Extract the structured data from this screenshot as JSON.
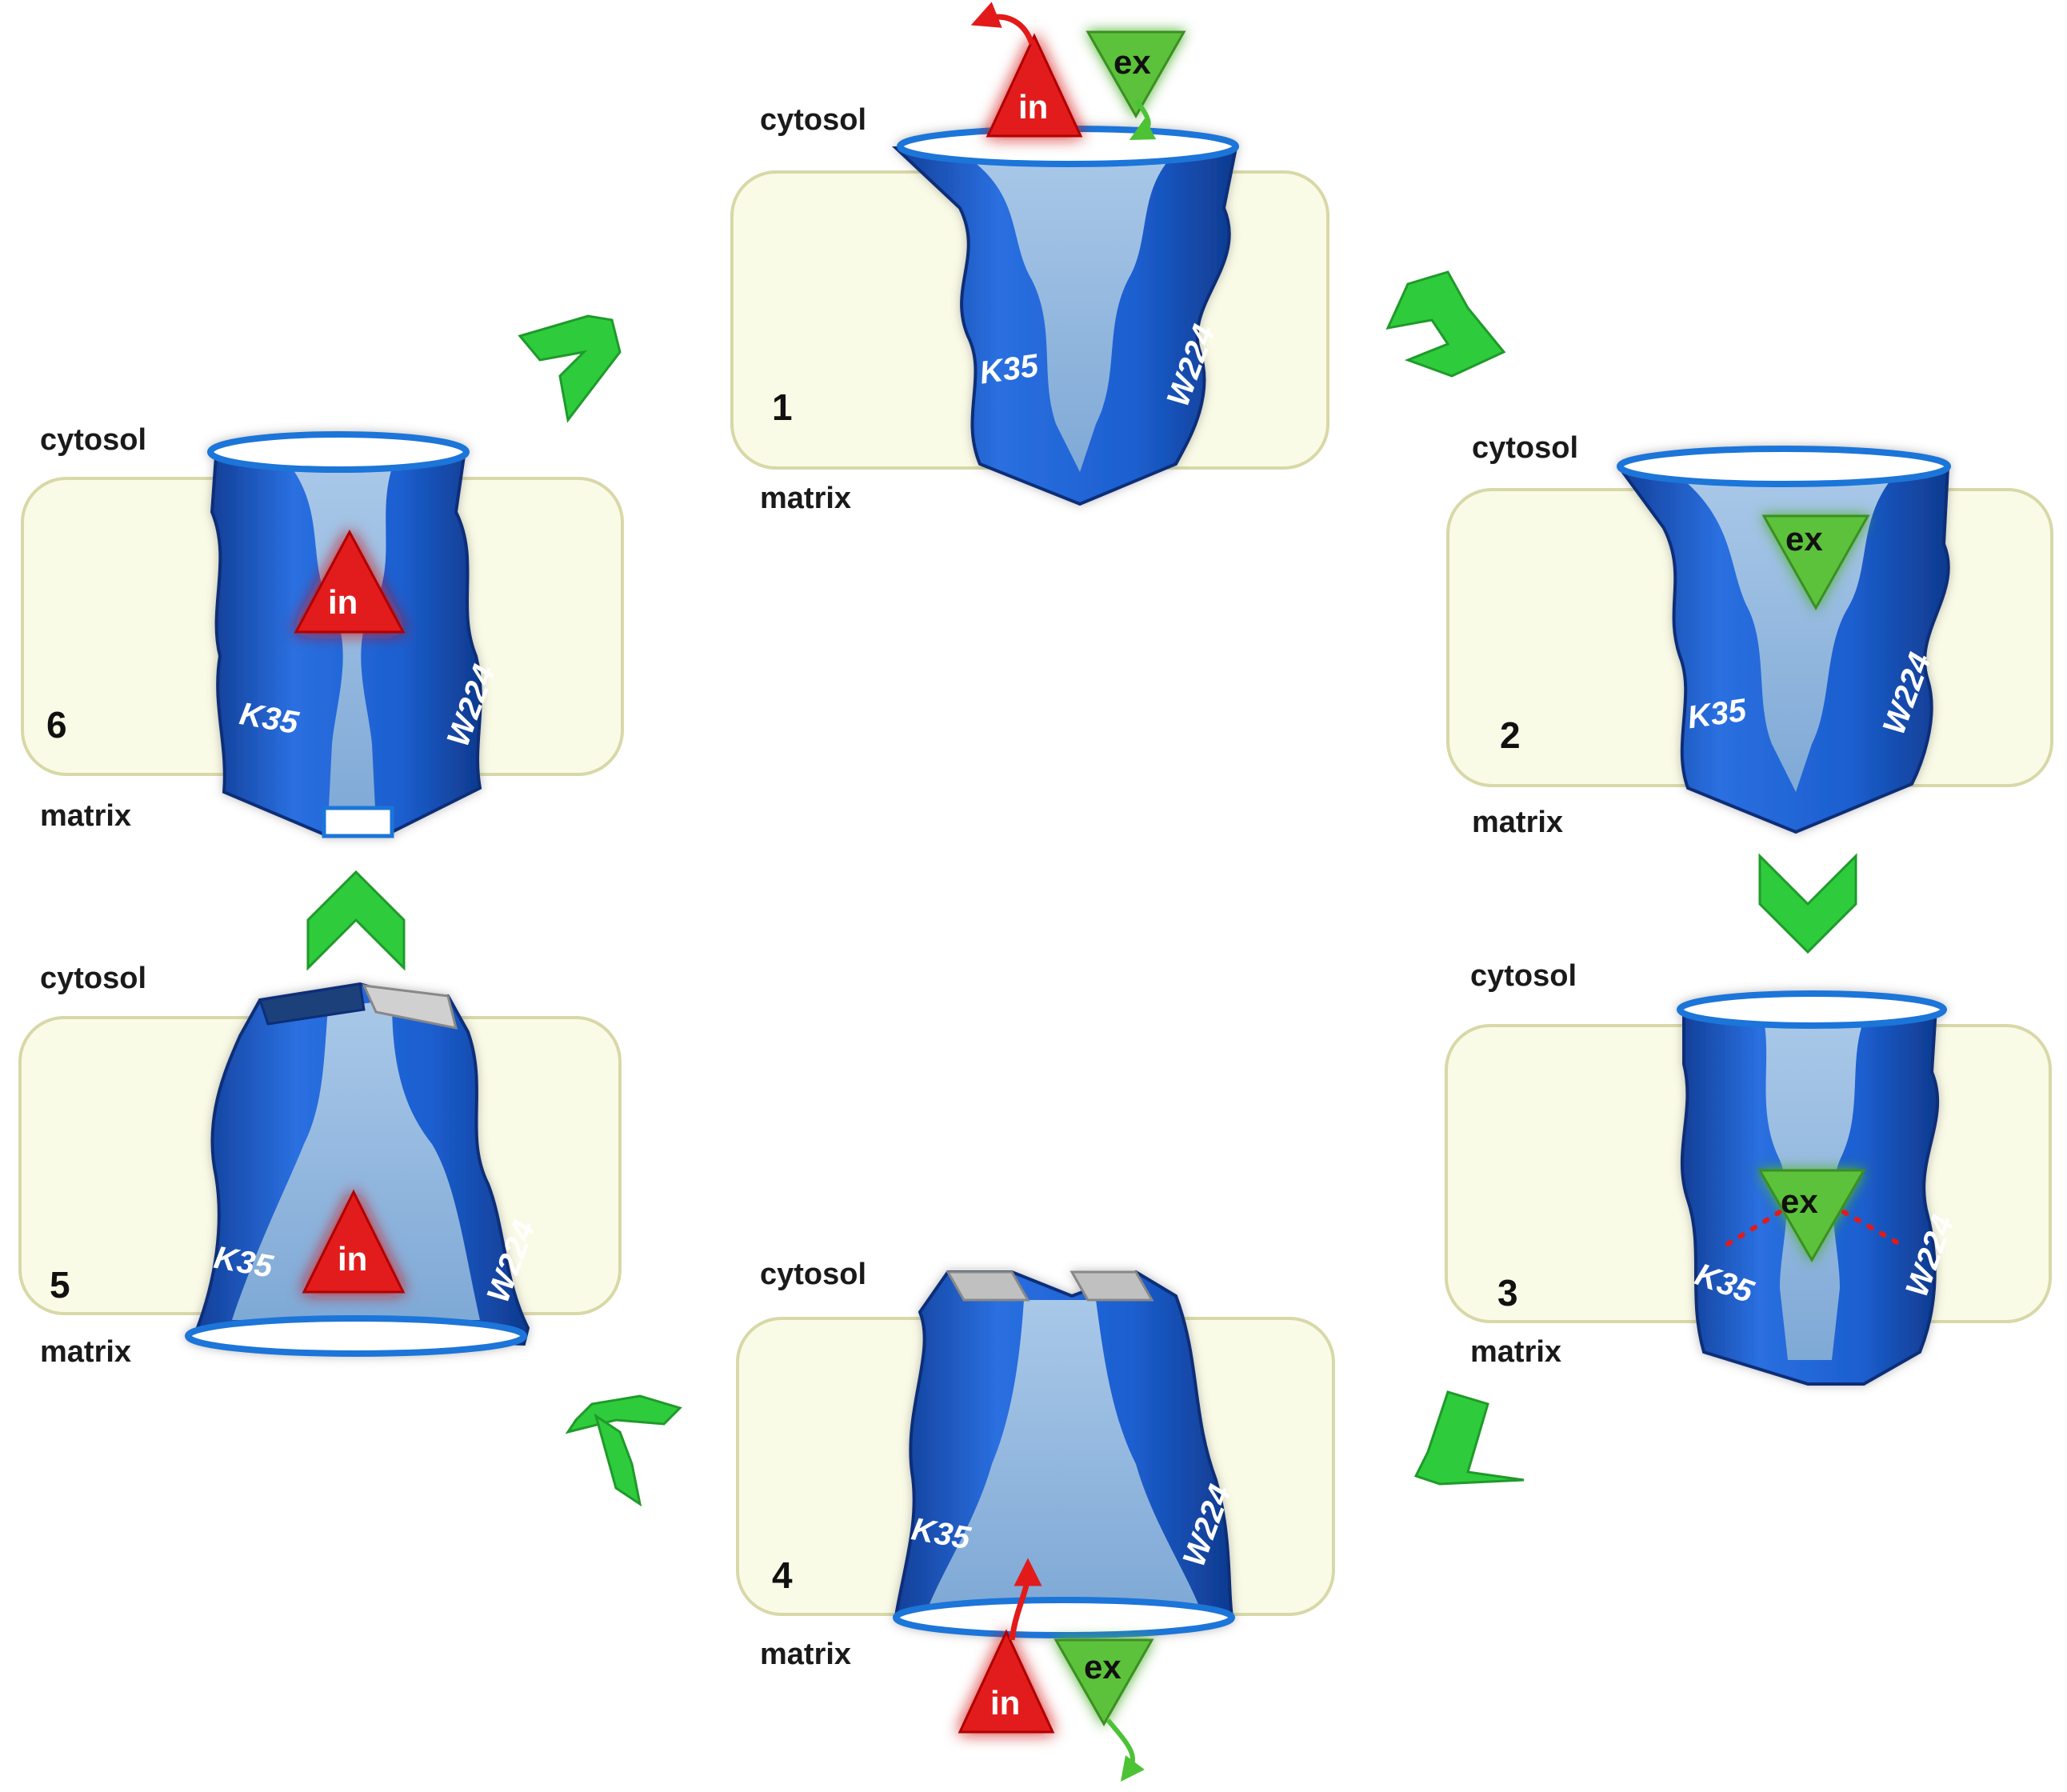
{
  "labels": {
    "cytosol": "cytosol",
    "matrix": "matrix",
    "residue_left": "K35",
    "residue_right": "W224",
    "substrate_in": "in",
    "substrate_ex": "ex"
  },
  "states": [
    {
      "number": "1",
      "cytosol": "cytosol",
      "matrix": "matrix",
      "k35": "K35",
      "w224": "W224",
      "conformation": "cytosol-open",
      "substrates": [
        "in",
        "ex"
      ]
    },
    {
      "number": "2",
      "cytosol": "cytosol",
      "matrix": "matrix",
      "k35": "K35",
      "w224": "W224",
      "conformation": "cytosol-open",
      "substrates": [
        "ex"
      ]
    },
    {
      "number": "3",
      "cytosol": "cytosol",
      "matrix": "matrix",
      "k35": "K35",
      "w224": "W224",
      "conformation": "occluded",
      "substrates": [
        "ex"
      ]
    },
    {
      "number": "4",
      "cytosol": "cytosol",
      "matrix": "matrix",
      "k35": "K35",
      "w224": "W224",
      "conformation": "matrix-open",
      "substrates": [
        "in",
        "ex"
      ]
    },
    {
      "number": "5",
      "cytosol": "cytosol",
      "matrix": "matrix",
      "k35": "K35",
      "w224": "W224",
      "conformation": "matrix-open",
      "substrates": [
        "in"
      ]
    },
    {
      "number": "6",
      "cytosol": "cytosol",
      "matrix": "matrix",
      "k35": "K35",
      "w224": "W224",
      "conformation": "occluded",
      "substrates": [
        "in"
      ]
    }
  ],
  "colors": {
    "membrane": "#fafbe6",
    "membrane_border": "#d8d8a8",
    "protein": "#1c5fd0",
    "protein_dark": "#123f98",
    "channel": "#8fb6de",
    "rim": "#1e74d8",
    "in_substrate": "#e21a1a",
    "ex_substrate": "#5cc23a",
    "arrow": "#2ecc3c"
  },
  "icons": [
    "cycle-arrow-icon",
    "curved-arrow-icon"
  ]
}
